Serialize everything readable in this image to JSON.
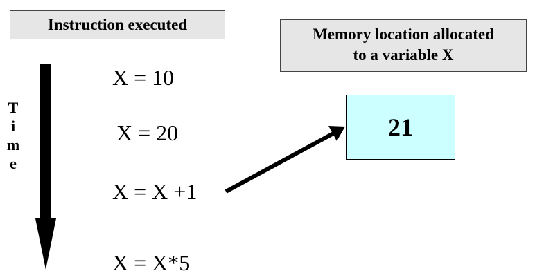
{
  "instruction_header": "Instruction executed",
  "memory_header": {
    "line1": "Memory location allocated",
    "line2": "to a variable X"
  },
  "time_label": [
    "T",
    "i",
    "m",
    "e"
  ],
  "instructions": [
    "X = 10",
    "X = 20",
    "X = X +1",
    "X = X*5"
  ],
  "memory_value": "21",
  "colors": {
    "header_fill": "#e6e6e6",
    "memory_fill": "#ccffff",
    "arrow": "#000000"
  }
}
